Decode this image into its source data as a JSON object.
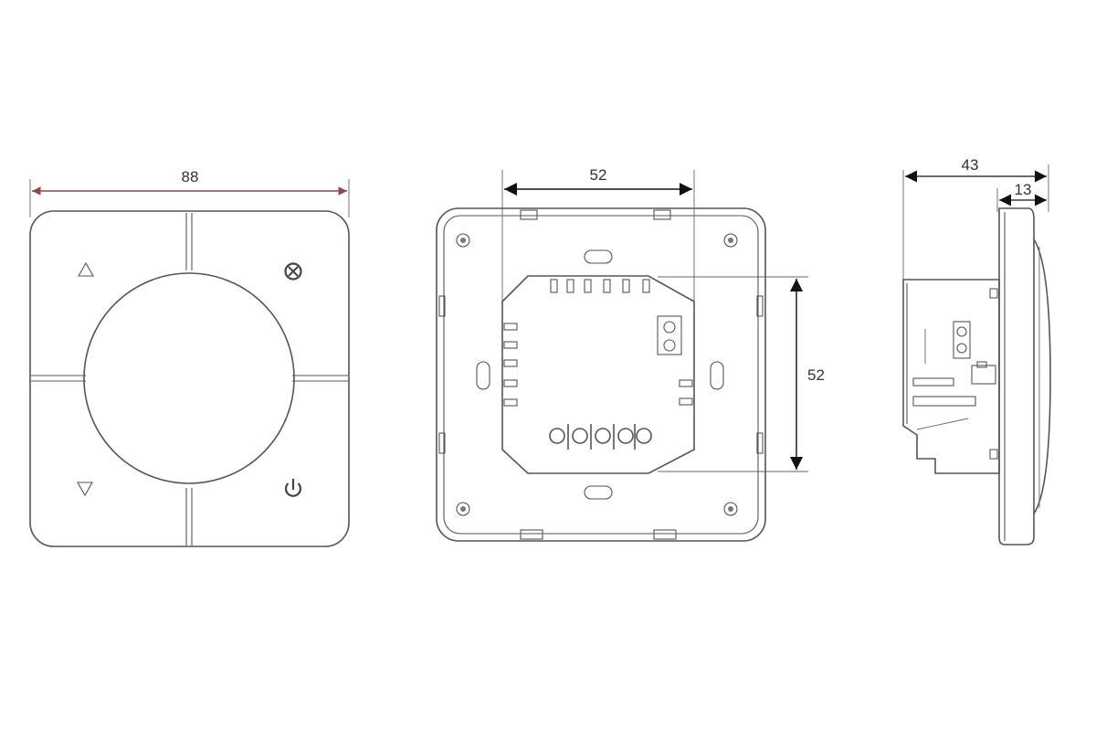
{
  "front_view": {
    "width_label": "88",
    "arrow_color": "#8a4a4a"
  },
  "back_view": {
    "width_label": "52",
    "height_label": "52"
  },
  "side_view": {
    "depth_label": "43",
    "front_thickness_label": "13"
  },
  "colors": {
    "line": "#555555",
    "dimension": "#111111"
  }
}
